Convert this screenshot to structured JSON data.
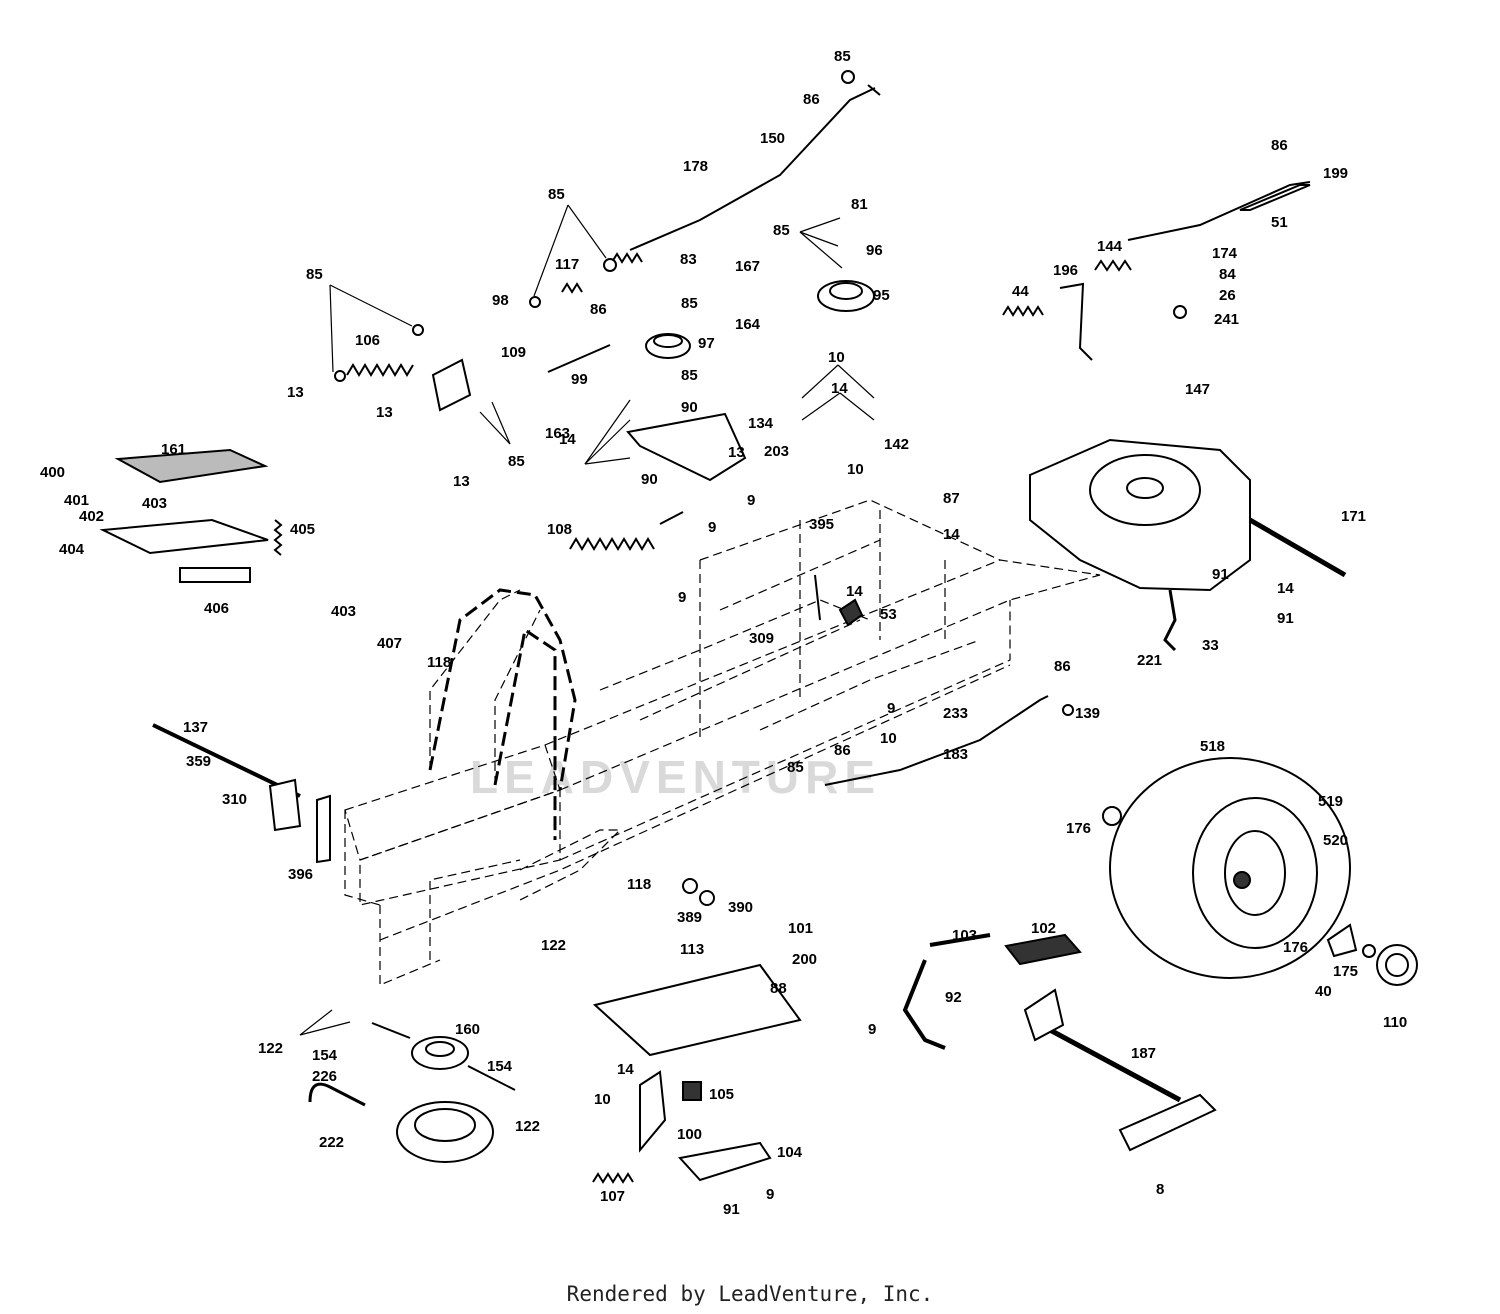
{
  "watermark": "LEADVENTURE",
  "footer": {
    "text": "Rendered by LeadVenture, Inc."
  },
  "labels": {
    "l85a": "85",
    "l86a": "86",
    "l150": "150",
    "l178": "178",
    "l85b": "85",
    "l117": "117",
    "l98": "98",
    "l85c": "85",
    "l106": "106",
    "l13a": "13",
    "l13b": "13",
    "l109": "109",
    "l13c": "13",
    "l85d": "85",
    "l163": "163",
    "l99": "99",
    "l86b": "86",
    "l83": "83",
    "l167": "167",
    "l85e": "85",
    "l164": "164",
    "l97": "97",
    "l85f": "85",
    "l90a": "90",
    "l134": "134",
    "l13d": "13",
    "l14a": "14",
    "l90b": "90",
    "l81": "81",
    "l85g": "85",
    "l96": "96",
    "l95": "95",
    "l10a": "10",
    "l14b": "14",
    "l203": "203",
    "l142": "142",
    "l161": "161",
    "l400": "400",
    "l401": "401",
    "l402": "402",
    "l403a": "403",
    "l404": "404",
    "l405": "405",
    "l406": "406",
    "l108": "108",
    "l9a": "9",
    "l9b": "9",
    "l395": "395",
    "l10b": "10",
    "l87": "87",
    "l14c": "14",
    "l14d": "14",
    "l53": "53",
    "l403b": "403",
    "l407": "407",
    "l118a": "118",
    "l9c": "9",
    "l309": "309",
    "l86c": "86",
    "l139": "139",
    "l9d": "9",
    "l233": "233",
    "l10c": "10",
    "l86d": "86",
    "l183": "183",
    "l85h": "85",
    "l137": "137",
    "l359": "359",
    "l310": "310",
    "l396": "396",
    "l86e": "86",
    "l199": "199",
    "l51": "51",
    "l144": "144",
    "l196": "196",
    "l44": "44",
    "l174": "174",
    "l84": "84",
    "l26": "26",
    "l241": "241",
    "l147": "147",
    "l171": "171",
    "l91a": "91",
    "l14e": "14",
    "l91b": "91",
    "l221": "221",
    "l33": "33",
    "l518": "518",
    "l519": "519",
    "l520": "520",
    "l176a": "176",
    "l176b": "176",
    "l40": "40",
    "l175": "175",
    "l110": "110",
    "l118b": "118",
    "l389": "389",
    "l113": "113",
    "l390": "390",
    "l101": "101",
    "l200": "200",
    "l122a": "122",
    "l88": "88",
    "l103": "103",
    "l102": "102",
    "l92": "92",
    "l9e": "9",
    "l187": "187",
    "l8": "8",
    "l122b": "122",
    "l154a": "154",
    "l226": "226",
    "l160": "160",
    "l154b": "154",
    "l122c": "122",
    "l222": "222",
    "l14f": "14",
    "l10d": "10",
    "l105": "105",
    "l100": "100",
    "l104": "104",
    "l107": "107",
    "l91c": "91",
    "l9f": "9"
  }
}
